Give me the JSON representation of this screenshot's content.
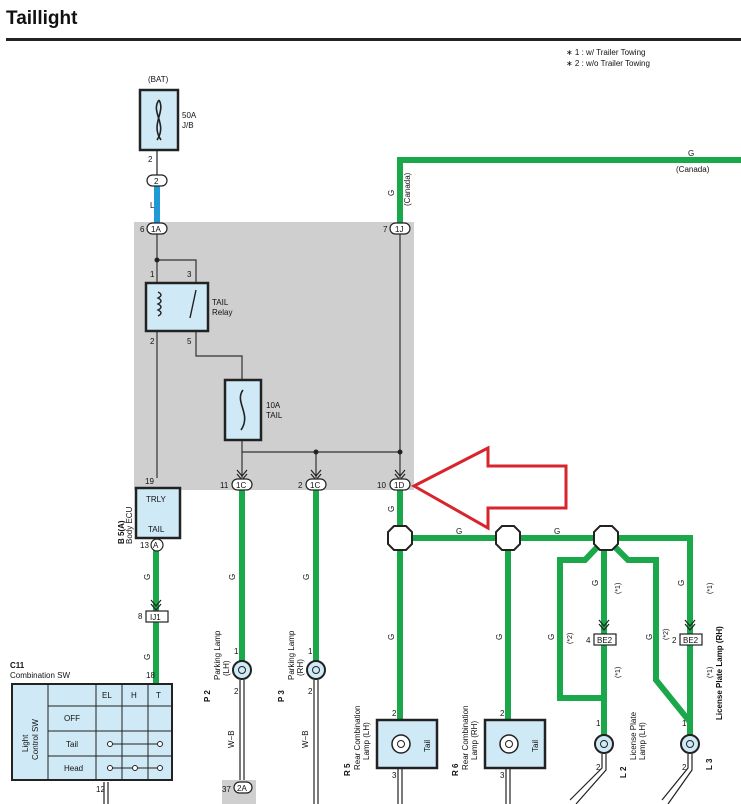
{
  "header": {
    "title": "Taillight"
  },
  "notes": [
    "∗ 1 : w/ Trailer Towing",
    "∗ 2 : w/o Trailer Towing"
  ],
  "colors": {
    "green_wire": "#1aa84a",
    "blue_wire": "#1f9ad6",
    "ecu_gray": "#cfcfcf",
    "arrow_red": "#d8242c",
    "part_fill": "#cfeaf6"
  },
  "fuse_main": {
    "source": "(BAT)",
    "rating": "50A",
    "location": "J/B",
    "pin": "2",
    "connector": "2"
  },
  "ecu_connectors": {
    "c1A": {
      "pin": "6",
      "label": "1A"
    },
    "c1J": {
      "pin": "7",
      "label": "1J"
    },
    "c1C": {
      "pin": "11",
      "label": "1C"
    },
    "c1C2": {
      "pin": "2",
      "label": "1C"
    },
    "c1D": {
      "pin": "10",
      "label": "1D"
    }
  },
  "relay": {
    "name": "TAIL",
    "type": "Relay",
    "pin1": "1",
    "pin2": "2",
    "pin3": "3",
    "pin5": "5"
  },
  "fuse_tail": {
    "rating": "10A",
    "name": "TAIL"
  },
  "wire_labels": {
    "g": "G",
    "canada": "(Canada)",
    "l": "L",
    "wb": "W−B"
  },
  "body_ecu": {
    "ref": "B 5(A)",
    "name": "Body ECU",
    "trly": "TRLY",
    "tail": "TAIL",
    "pin19": "19",
    "pin13": "13",
    "conn_a": "A"
  },
  "ij1": {
    "pin": "8",
    "label": "IJ1"
  },
  "combination_sw": {
    "ref": "C11",
    "name": "Combination SW",
    "side_label_1": "Light",
    "side_label_2": "Control SW",
    "cols": [
      "EL",
      "H",
      "T"
    ],
    "rows": [
      "OFF",
      "Tail",
      "Head"
    ],
    "pin18": "18",
    "pin12": "12"
  },
  "parking_lh": {
    "ref": "P 2",
    "name1": "Parking Lamp",
    "name2": "(LH)",
    "pin1": "1",
    "pin2": "2"
  },
  "parking_rh": {
    "ref": "P 3",
    "name1": "Parking Lamp",
    "name2": "(RH)",
    "pin1": "1",
    "pin2": "2"
  },
  "rear_lh": {
    "ref": "R 5",
    "name1": "Rear Combination",
    "name2": "Lamp (LH)",
    "inner": "Tail",
    "pin2": "2",
    "pin3": "3"
  },
  "rear_rh": {
    "ref": "R 6",
    "name1": "Rear Combination",
    "name2": "Lamp (RH)",
    "inner": "Tail",
    "pin2": "2",
    "pin3": "3"
  },
  "plate_lh": {
    "ref": "L 2",
    "name1": "License Plate",
    "name2": "Lamp (LH)",
    "pin1": "1",
    "pin2": "2"
  },
  "plate_rh": {
    "ref": "L 3",
    "name1": "License Plate Lamp (RH)",
    "pin1": "1",
    "pin2": "2"
  },
  "be2_left": {
    "pin": "4",
    "label": "BE2",
    "note_top": "(*1)",
    "note_bot": "(*1)"
  },
  "be2_right": {
    "pin": "2",
    "label": "BE2",
    "note_top": "(*1)",
    "note_bot": "(*1)"
  },
  "notes_star2": {
    "left": "(*2)",
    "right": "(*2)"
  },
  "bottom_conn": {
    "pin": "37",
    "label": "2A"
  }
}
